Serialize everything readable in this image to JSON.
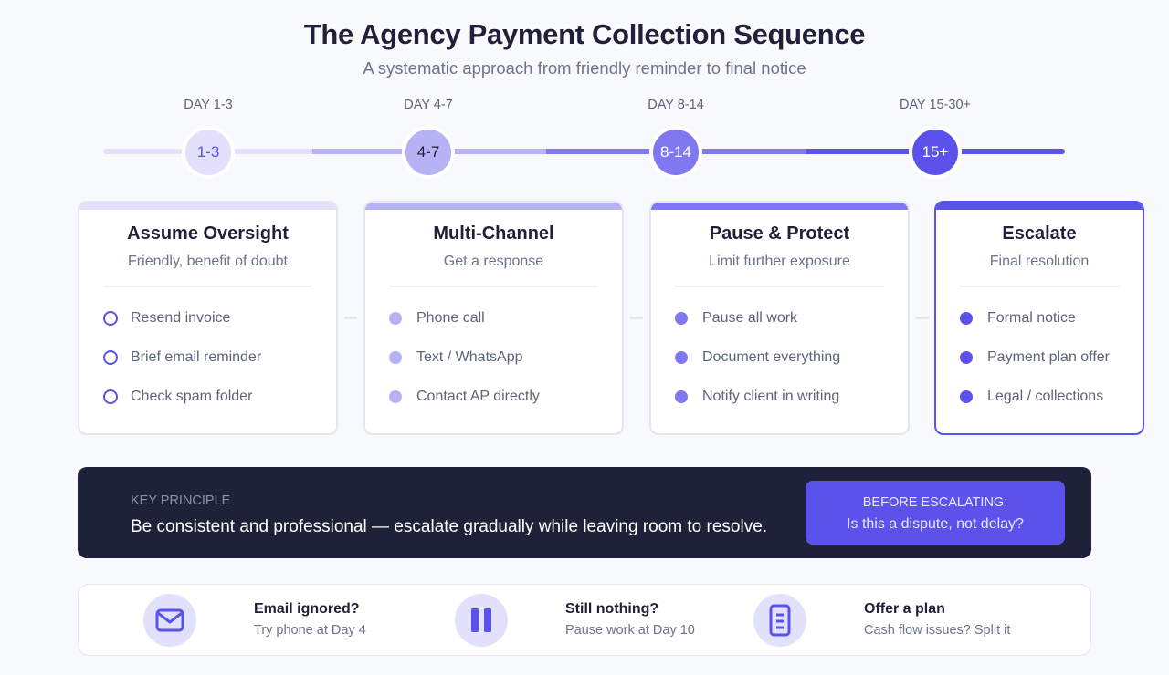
{
  "header": {
    "title": "The Agency Payment Collection Sequence",
    "subtitle": "A systematic approach from friendly reminder to final notice"
  },
  "timeline": {
    "stages": [
      {
        "day_label": "DAY 1-3",
        "node": "1-3",
        "color": "#e2e1fb"
      },
      {
        "day_label": "DAY 4-7",
        "node": "4-7",
        "color": "#b7b2f6"
      },
      {
        "day_label": "DAY 8-14",
        "node": "8-14",
        "color": "#8078f1"
      },
      {
        "day_label": "DAY 15-30+",
        "node": "15+",
        "color": "#5b52ec"
      }
    ]
  },
  "cards": [
    {
      "title": "Assume Oversight",
      "subtitle": "Friendly, benefit of doubt",
      "items": [
        "Resend invoice",
        "Brief email reminder",
        "Check spam folder"
      ]
    },
    {
      "title": "Multi-Channel",
      "subtitle": "Get a response",
      "items": [
        "Phone call",
        "Text / WhatsApp",
        "Contact AP directly"
      ]
    },
    {
      "title": "Pause & Protect",
      "subtitle": "Limit further exposure",
      "items": [
        "Pause all work",
        "Document everything",
        "Notify client in writing"
      ]
    },
    {
      "title": "Escalate",
      "subtitle": "Final resolution",
      "items": [
        "Formal notice",
        "Payment plan offer",
        "Legal / collections"
      ]
    }
  ],
  "principle": {
    "label": "KEY PRINCIPLE",
    "text": "Be consistent and professional — escalate gradually while leaving room to resolve.",
    "callout_title": "BEFORE ESCALATING:",
    "callout_text": "Is this a dispute, not delay?"
  },
  "tips": [
    {
      "icon": "envelope-icon",
      "title": "Email ignored?",
      "subtitle": "Try phone at Day 4"
    },
    {
      "icon": "pause-icon",
      "title": "Still nothing?",
      "subtitle": "Pause work at Day 10"
    },
    {
      "icon": "document-icon",
      "title": "Offer a plan",
      "subtitle": "Cash flow issues? Split it"
    }
  ],
  "colors": {
    "accent": "#5b52ec",
    "stage1": "#e2e1fb",
    "stage2": "#b7b2f6",
    "stage3": "#8078f1",
    "dark": "#1e2137"
  }
}
